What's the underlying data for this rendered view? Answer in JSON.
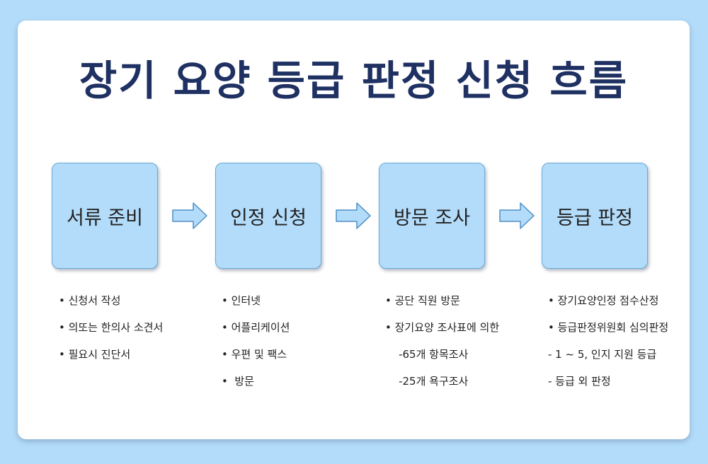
{
  "title": "장기 요양 등급 판정 신청 흐름",
  "steps": [
    {
      "label": "서류 준비",
      "items": [
        "• 신청서 작성",
        "• 의또는 한의사 소견서",
        "• 필요시 진단서"
      ]
    },
    {
      "label": "인정 신청",
      "items": [
        "• 인터넷",
        "• 어플리케이션",
        "• 우편 및 팩스",
        "•  방문"
      ]
    },
    {
      "label": "방문 조사",
      "items": [
        "• 공단 직원 방문",
        "• 장기요양 조사표에 의한",
        "    -65개 항목조사",
        "    -25개 욕구조사"
      ]
    },
    {
      "label": "등급 판정",
      "items": [
        "• 장기요양인정 점수산정",
        "• 등급판정위원회 심의판정",
        "- 1 ~ 5, 인지 지원 등급",
        "- 등급 외 판정"
      ]
    }
  ],
  "colors": {
    "background": "#b3dcfa",
    "title": "#1f3162",
    "box_fill": "#b3dcfa",
    "box_border": "#6aa9d6"
  },
  "icons": [
    "arrow-right-icon"
  ]
}
